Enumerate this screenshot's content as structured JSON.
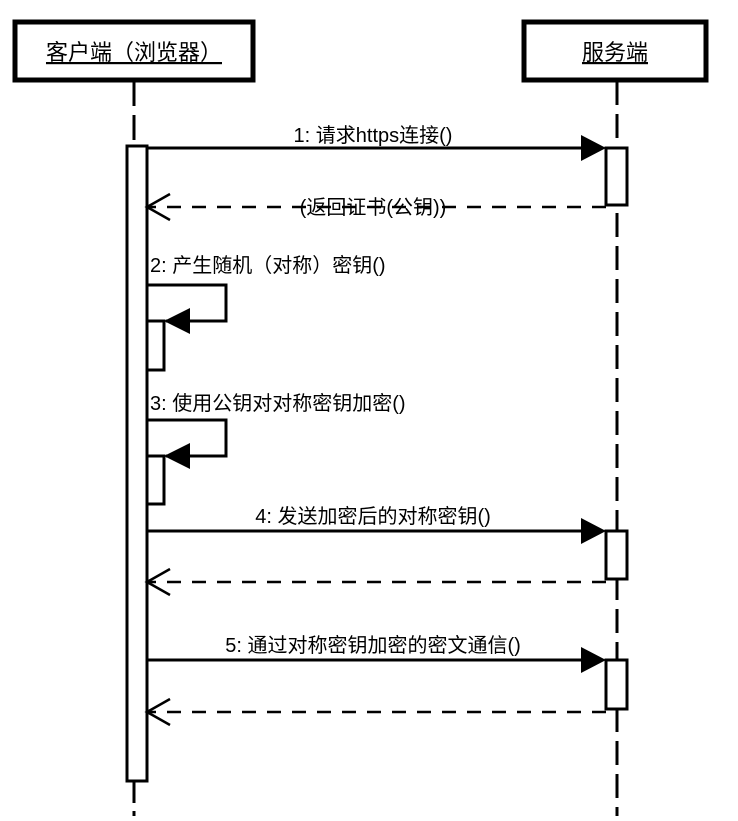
{
  "diagram": {
    "kind": "uml-sequence-diagram",
    "colors": {
      "line": "#000000",
      "background": "#ffffff",
      "shape_fill": "#ffffff"
    },
    "actors": [
      {
        "id": "client",
        "label": "客户端（浏览器）"
      },
      {
        "id": "server",
        "label": "服务端"
      }
    ],
    "messages": [
      {
        "num": "1",
        "label": "1: 请求https连接()",
        "from": "client",
        "to": "server",
        "kind": "call",
        "line": "solid",
        "arrowhead": "filled"
      },
      {
        "label": "(返回证书(公钥))",
        "from": "server",
        "to": "client",
        "kind": "return",
        "line": "dashed",
        "arrowhead": "open"
      },
      {
        "num": "2",
        "label": "2: 产生随机（对称）密钥()",
        "from": "client",
        "to": "client",
        "kind": "self",
        "line": "solid",
        "arrowhead": "filled"
      },
      {
        "num": "3",
        "label": "3: 使用公钥对对称密钥加密()",
        "from": "client",
        "to": "client",
        "kind": "self",
        "line": "solid",
        "arrowhead": "filled"
      },
      {
        "num": "4",
        "label": "4: 发送加密后的对称密钥()",
        "from": "client",
        "to": "server",
        "kind": "call",
        "line": "solid",
        "arrowhead": "filled"
      },
      {
        "label": "",
        "from": "server",
        "to": "client",
        "kind": "return",
        "line": "dashed",
        "arrowhead": "open"
      },
      {
        "num": "5",
        "label": "5: 通过对称密钥加密的密文通信()",
        "from": "client",
        "to": "server",
        "kind": "call",
        "line": "solid",
        "arrowhead": "filled"
      },
      {
        "label": "",
        "from": "server",
        "to": "client",
        "kind": "return",
        "line": "dashed",
        "arrowhead": "open"
      }
    ]
  }
}
